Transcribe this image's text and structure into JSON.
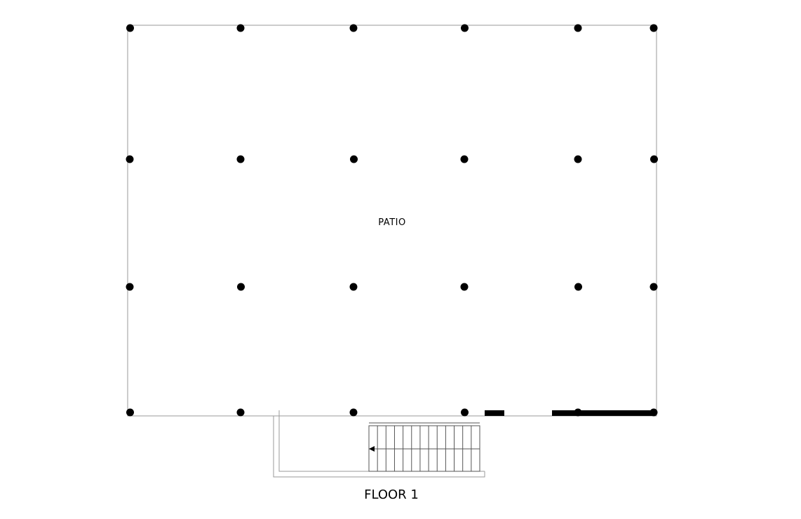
{
  "floor_plan": {
    "room_label": "PATIO",
    "floor_label": "FLOOR 1",
    "column_rows": 4,
    "columns_per_row": 6,
    "stair_treads": 13,
    "stair_direction": "left",
    "colors": {
      "wall_line": "#9a9a9a",
      "column": "#000000",
      "solid_wall": "#000000",
      "background": "#ffffff"
    }
  }
}
